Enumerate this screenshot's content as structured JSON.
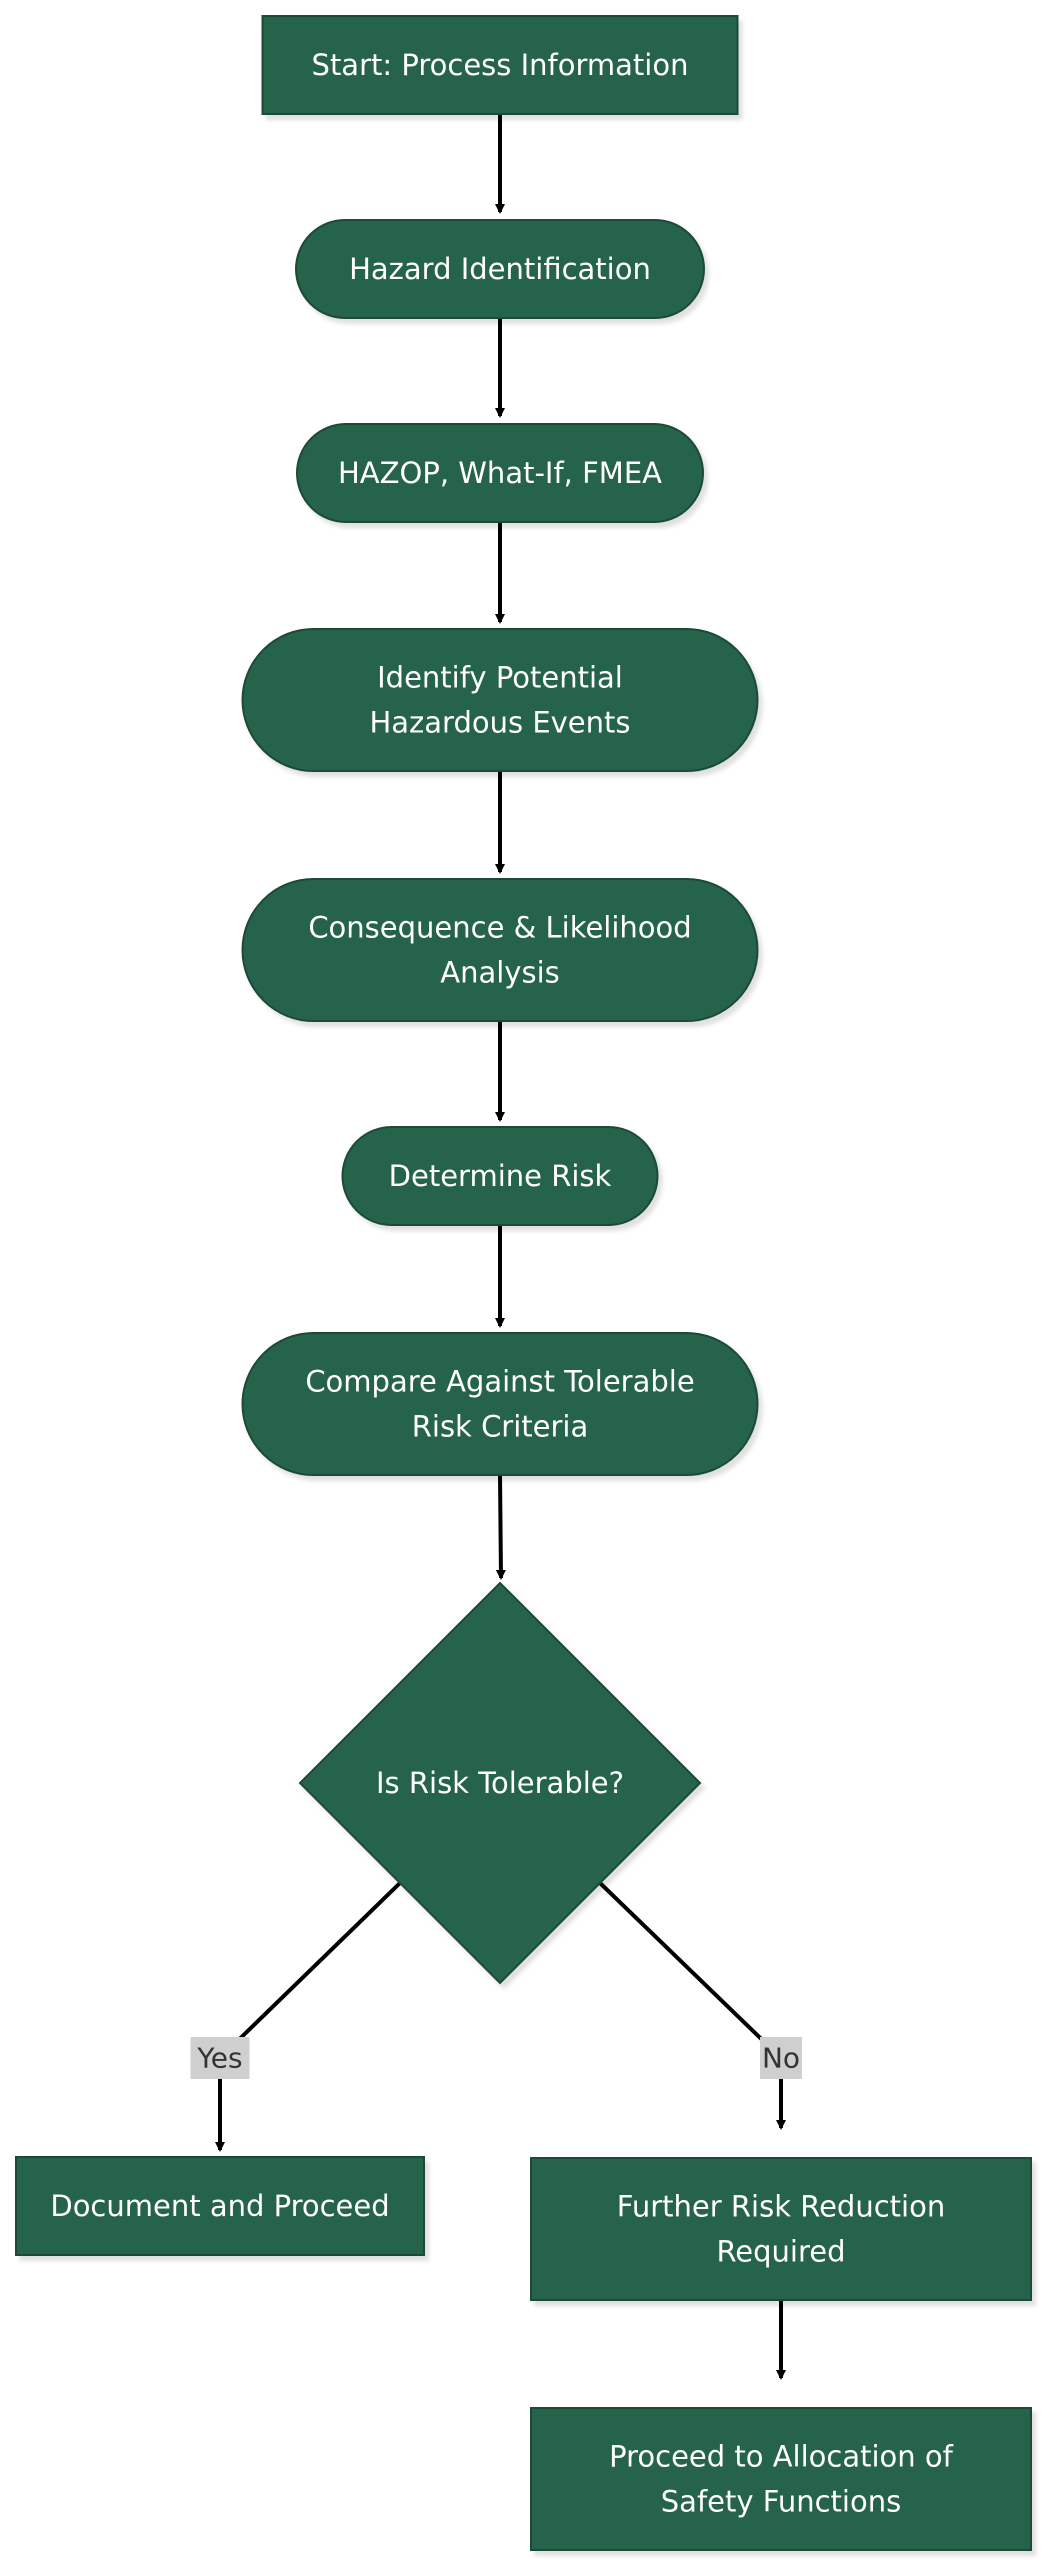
{
  "colors": {
    "node_fill": "#27634b",
    "node_stroke": "#1d4a38",
    "node_text": "#ffffff",
    "arrow": "#000000",
    "edge_label_bg": "#cfcfcf",
    "edge_label_text": "#333333"
  },
  "nodes": {
    "start": {
      "shape": "rectangle",
      "lines": [
        "Start: Process Information"
      ]
    },
    "hazard_identification": {
      "shape": "stadium",
      "lines": [
        "Hazard Identification"
      ]
    },
    "methods": {
      "shape": "stadium",
      "lines": [
        "HAZOP, What-If, FMEA"
      ]
    },
    "identify_events": {
      "shape": "stadium",
      "lines": [
        "Identify Potential",
        "Hazardous Events"
      ]
    },
    "consequence": {
      "shape": "stadium",
      "lines": [
        "Consequence & Likelihood",
        "Analysis"
      ]
    },
    "determine_risk": {
      "shape": "stadium",
      "lines": [
        "Determine Risk"
      ]
    },
    "compare": {
      "shape": "stadium",
      "lines": [
        "Compare Against Tolerable",
        "Risk Criteria"
      ]
    },
    "decision": {
      "shape": "diamond",
      "lines": [
        "Is Risk Tolerable?"
      ]
    },
    "document": {
      "shape": "rectangle",
      "lines": [
        "Document and Proceed"
      ]
    },
    "reduction": {
      "shape": "rectangle",
      "lines": [
        "Further Risk Reduction",
        "Required"
      ]
    },
    "allocation": {
      "shape": "rectangle",
      "lines": [
        "Proceed to Allocation of",
        "Safety Functions"
      ]
    }
  },
  "edges": [
    {
      "from": "start",
      "to": "hazard_identification",
      "label": ""
    },
    {
      "from": "hazard_identification",
      "to": "methods",
      "label": ""
    },
    {
      "from": "methods",
      "to": "identify_events",
      "label": ""
    },
    {
      "from": "identify_events",
      "to": "consequence",
      "label": ""
    },
    {
      "from": "consequence",
      "to": "determine_risk",
      "label": ""
    },
    {
      "from": "determine_risk",
      "to": "compare",
      "label": ""
    },
    {
      "from": "compare",
      "to": "decision",
      "label": ""
    },
    {
      "from": "decision",
      "to": "document",
      "label": "Yes"
    },
    {
      "from": "decision",
      "to": "reduction",
      "label": "No"
    },
    {
      "from": "reduction",
      "to": "allocation",
      "label": ""
    }
  ]
}
